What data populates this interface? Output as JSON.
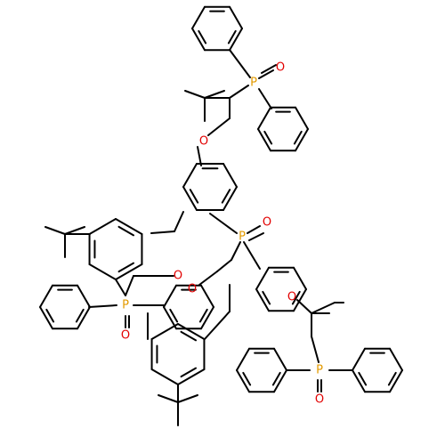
{
  "diagram": {
    "type": "structural-formula",
    "colors": {
      "bond": "#000000",
      "phosphorus": "#e39a00",
      "oxygen": "#e20000",
      "background": "#ffffff"
    },
    "atom_labels": [
      {
        "id": "p-top",
        "text": "P",
        "element": "phosphorus"
      },
      {
        "id": "o-top",
        "text": "O",
        "element": "oxygen"
      },
      {
        "id": "o-ether-top",
        "text": "O",
        "element": "oxygen"
      },
      {
        "id": "p-center",
        "text": "P",
        "element": "phosphorus"
      },
      {
        "id": "o-center",
        "text": "O",
        "element": "oxygen"
      },
      {
        "id": "o-ether-left",
        "text": "O",
        "element": "oxygen"
      },
      {
        "id": "o-ether-mid",
        "text": "O",
        "element": "oxygen"
      },
      {
        "id": "o-ether-right",
        "text": "O",
        "element": "oxygen"
      },
      {
        "id": "p-left",
        "text": "P",
        "element": "phosphorus"
      },
      {
        "id": "o-left",
        "text": "O",
        "element": "oxygen"
      },
      {
        "id": "p-bottom",
        "text": "P",
        "element": "phosphorus"
      },
      {
        "id": "o-bottom",
        "text": "O",
        "element": "oxygen"
      }
    ]
  }
}
